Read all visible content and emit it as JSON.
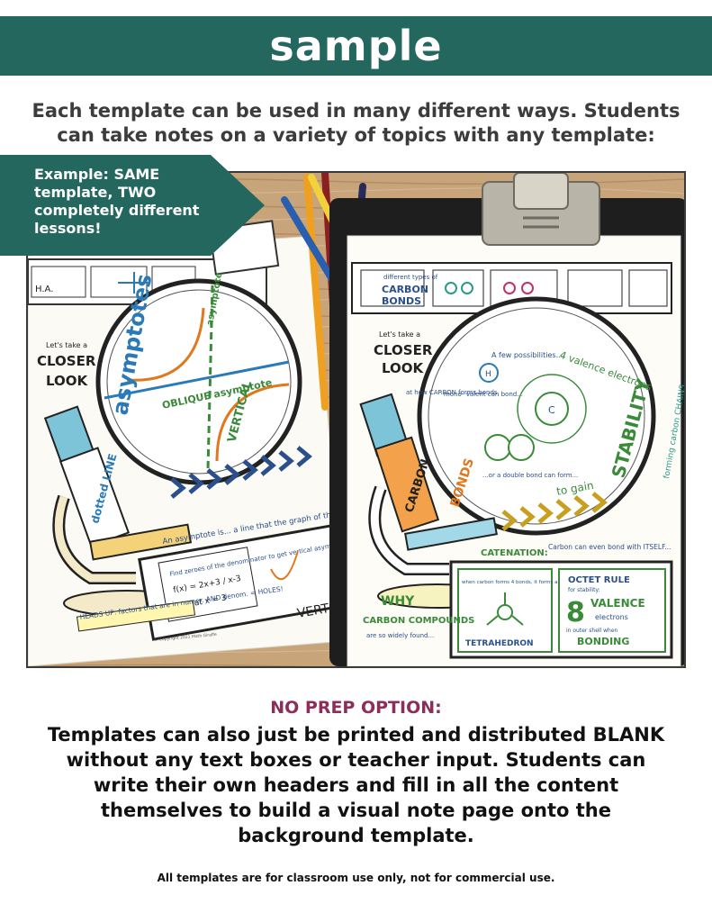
{
  "banner": {
    "title": "sample",
    "color": "#23675f"
  },
  "intro": {
    "text": "Each template can be used in many different ways. Students can take notes on a variety of topics with any template:"
  },
  "callout": {
    "text": "Example: SAME template, TWO completely different lessons!"
  },
  "photo": {
    "left_sheet": {
      "title_word": "asymptotes",
      "closer_look": [
        "Let's take a",
        "CLOSER",
        "LOOK"
      ],
      "microscope_label": "dotted LINE",
      "definition": "An asymptote is... a line that the graph of the function APPROACHES. As the function →∞ or →-∞",
      "labels": [
        "OBLIQUE asymptote",
        "VERTICAL",
        "asymptote",
        "H.A."
      ],
      "formula_box": [
        "Find zeroes of the denominator to get vertical asymptotes.",
        "f(x) = 2x+3 / x-3",
        "V.A. at x = 3"
      ],
      "heads_up": "HEADS UP: factors that are in numer. AND denom. = HOLES!",
      "vert": "VERT",
      "copyright": "© Copyright 2021 Math Giraffe"
    },
    "right_sheet": {
      "types_label": [
        "different types of",
        "CARBON",
        "BONDS"
      ],
      "closer_look": [
        "Let's take a",
        "CLOSER",
        "LOOK"
      ],
      "at_how": "at how CARBON forms bonds",
      "valence": "4 valence electrons",
      "possibilities": "A few possibilities...",
      "mono": "mono- valent can bond...",
      "double": "...or a double bond can form...",
      "c_label": "C",
      "h_label": "H",
      "stability": "STABILITY",
      "to_gain": "to gain",
      "carbon_word": "CARBON",
      "bonds_word": "BONDS",
      "chains": "forming carbon CHAINS",
      "catenation": "CATENATION:",
      "itself": "Carbon can even bond with ITSELF...",
      "tetra_box": [
        "when carbon forms 4 bonds, it forms a",
        "TETRAHEDRON"
      ],
      "octet_box": [
        "OCTET RULE",
        "for stability:",
        "8",
        "VALENCE",
        "electrons",
        "in outer shell when",
        "BONDING"
      ],
      "why": [
        "WHY",
        "CARBON COMPOUNDS",
        "are so widely found..."
      ]
    }
  },
  "no_prep": {
    "heading": "NO PREP OPTION:",
    "body": "Templates can also just be printed and distributed BLANK without any text boxes or teacher input. Students can write their own headers and fill in all the content themselves to build a visual note page onto the background template."
  },
  "footer": {
    "text": "All templates are for classroom use only, not for commercial use."
  }
}
